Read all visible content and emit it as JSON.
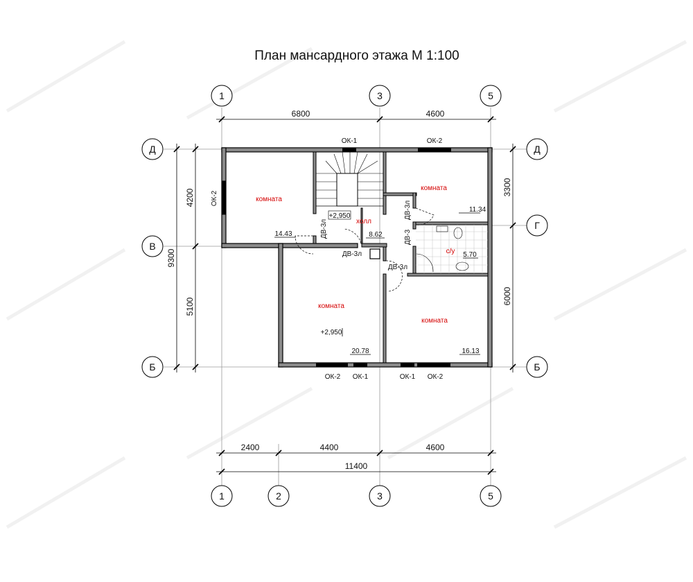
{
  "title": "План мансардного этажа   М 1:100",
  "axes": {
    "columns_top": [
      "1",
      "3",
      "5"
    ],
    "columns_bottom": [
      "1",
      "2",
      "3",
      "5"
    ],
    "rows_left": [
      "Д",
      "В",
      "Б"
    ],
    "rows_right": [
      "Д",
      "Г",
      "Б"
    ]
  },
  "dimensions": {
    "top": [
      "6800",
      "4600"
    ],
    "bottom": [
      "2400",
      "4400",
      "4600"
    ],
    "bottom_total": "11400",
    "left": [
      "4200",
      "5100"
    ],
    "left_total": "9300",
    "right": [
      "3300",
      "6000"
    ]
  },
  "rooms": [
    {
      "name": "комната",
      "area": "14.43"
    },
    {
      "name": "комната",
      "area": "11.34"
    },
    {
      "name": "холл",
      "area": "8.62"
    },
    {
      "name": "с/у",
      "area": "5.70"
    },
    {
      "name": "комната",
      "area": "20.78"
    },
    {
      "name": "комната",
      "area": "16.13"
    }
  ],
  "levels": [
    "+2,950",
    "+2,950"
  ],
  "windows": {
    "top_1": "ОК-1",
    "top_2": "ОК-2",
    "left": "ОК-2",
    "bottom_1": "ОК-2",
    "bottom_2": "ОК-1",
    "bottom_3": "ОК-1",
    "bottom_4": "ОК-2"
  },
  "doors": {
    "d1": "ДВ-3л",
    "d2": "ДВ-3л",
    "d3": "ДВ-3л",
    "d4": "ДВ-3",
    "d5": "ДВ-3л"
  }
}
